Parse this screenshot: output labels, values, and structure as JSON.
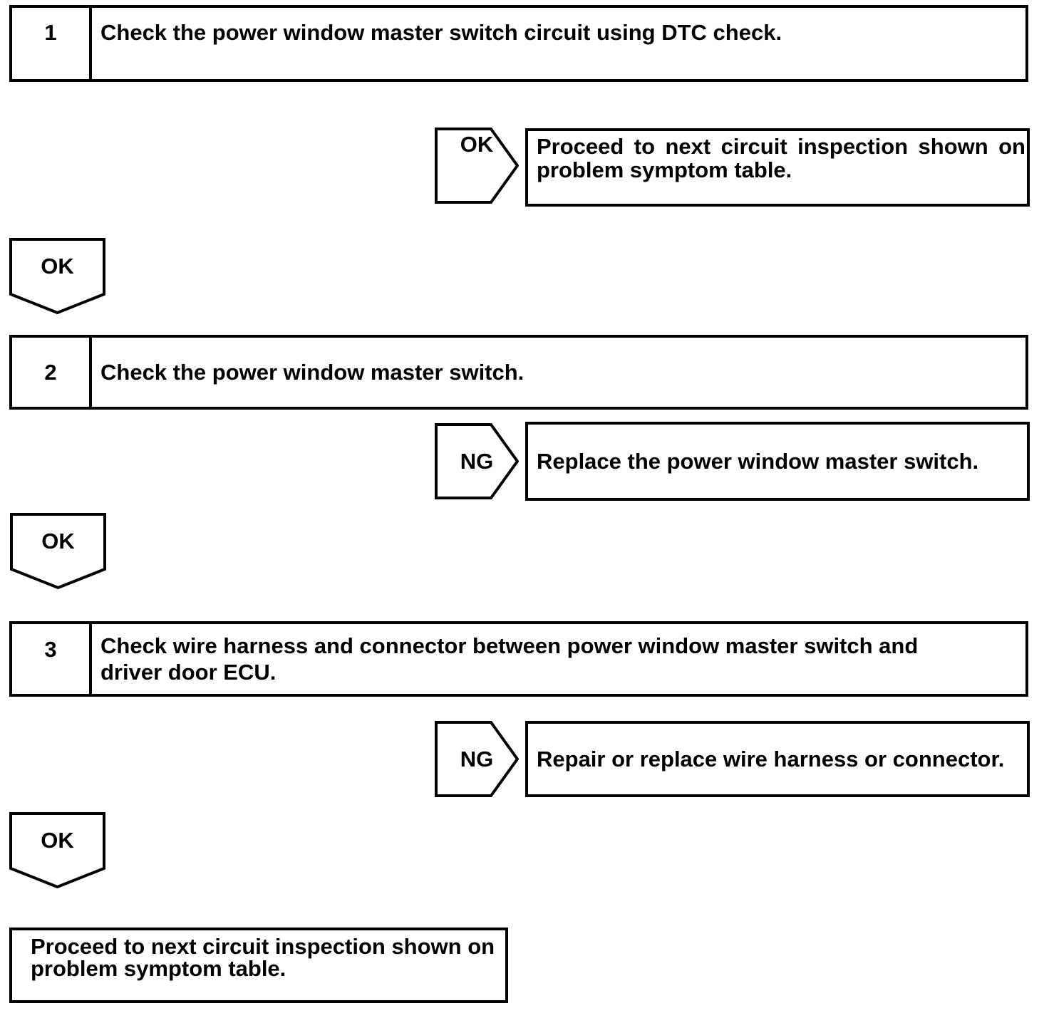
{
  "colors": {
    "line": "#000000",
    "background": "#ffffff"
  },
  "steps": [
    {
      "number": "1",
      "lines": [
        "Check the power window master switch circuit using DTC check."
      ]
    },
    {
      "number": "2",
      "lines": [
        "Check the power window master switch."
      ]
    },
    {
      "number": "3",
      "lines": [
        "Check wire harness and connector between power window master switch and",
        "driver door ECU."
      ]
    }
  ],
  "branches": [
    {
      "label": "OK",
      "lines": [
        "Proceed to next circuit inspection shown on",
        "problem symptom table."
      ]
    },
    {
      "label": "NG",
      "lines": [
        "Replace the power window master switch."
      ]
    },
    {
      "label": "NG",
      "lines": [
        "Repair or replace wire harness or connector."
      ]
    }
  ],
  "connectors": [
    {
      "label": "OK"
    },
    {
      "label": "OK"
    },
    {
      "label": "OK"
    }
  ],
  "end": {
    "lines": [
      "Proceed to next circuit inspection shown on",
      "problem symptom table."
    ]
  }
}
